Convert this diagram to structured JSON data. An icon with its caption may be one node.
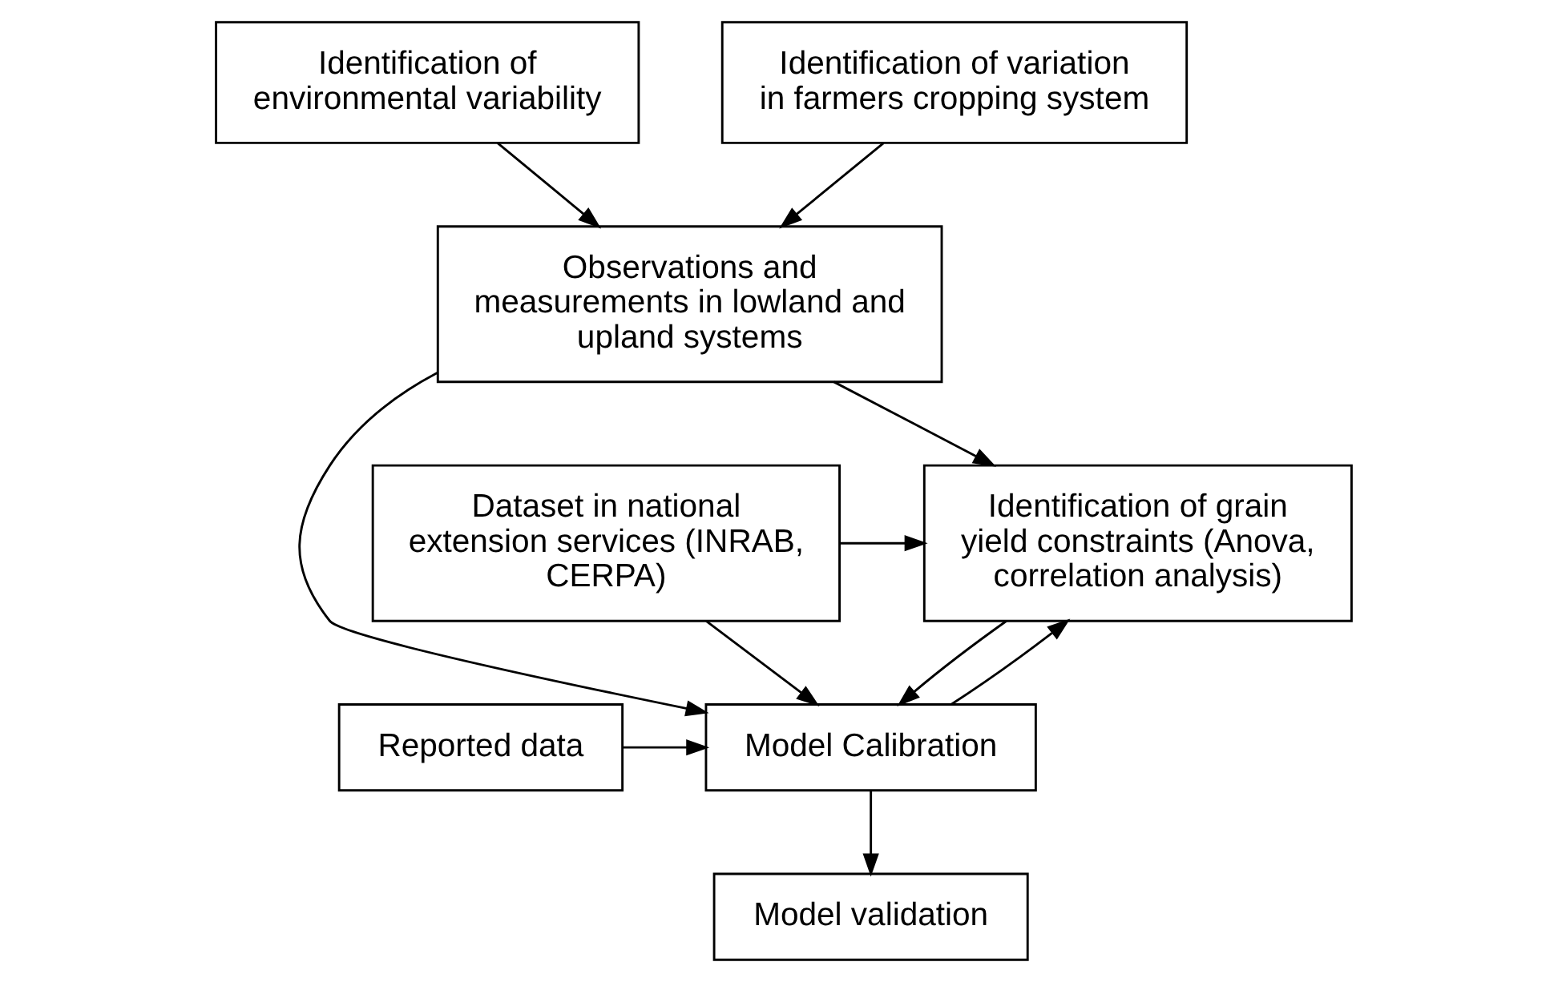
{
  "diagram": {
    "nodes": [
      {
        "text": [
          "Identification of environmental variability"
        ]
      },
      {
        "text": [
          "Identification of variation in farmers cropping system"
        ]
      },
      {
        "text": [
          "Observations and measurements in lowland and upland systems"
        ]
      },
      {
        "text": [
          "Dataset in national extension services (INRAB, CERPA)"
        ]
      },
      {
        "text": [
          "Identification of grain yield constraints (Anova, correlation analysis)"
        ]
      },
      {
        "text": [
          "Reported data"
        ]
      },
      {
        "text": [
          "Model Calibration"
        ]
      },
      {
        "text": [
          "Model validation"
        ]
      }
    ],
    "edges": [
      {
        "from": 0,
        "to": 2,
        "arrow": "to"
      },
      {
        "from": 1,
        "to": 2,
        "arrow": "to"
      },
      {
        "from": 2,
        "to": 4,
        "arrow": "to"
      },
      {
        "from": 2,
        "to": 6,
        "arrow": "to"
      },
      {
        "from": 3,
        "to": 4,
        "arrow": "to"
      },
      {
        "from": 3,
        "to": 6,
        "arrow": "to"
      },
      {
        "from": 5,
        "to": 6,
        "arrow": "to"
      },
      {
        "from": 4,
        "to": 6,
        "arrow": "to"
      },
      {
        "from": 6,
        "to": 4,
        "arrow": "to"
      },
      {
        "from": 6,
        "to": 7,
        "arrow": "to"
      }
    ]
  }
}
